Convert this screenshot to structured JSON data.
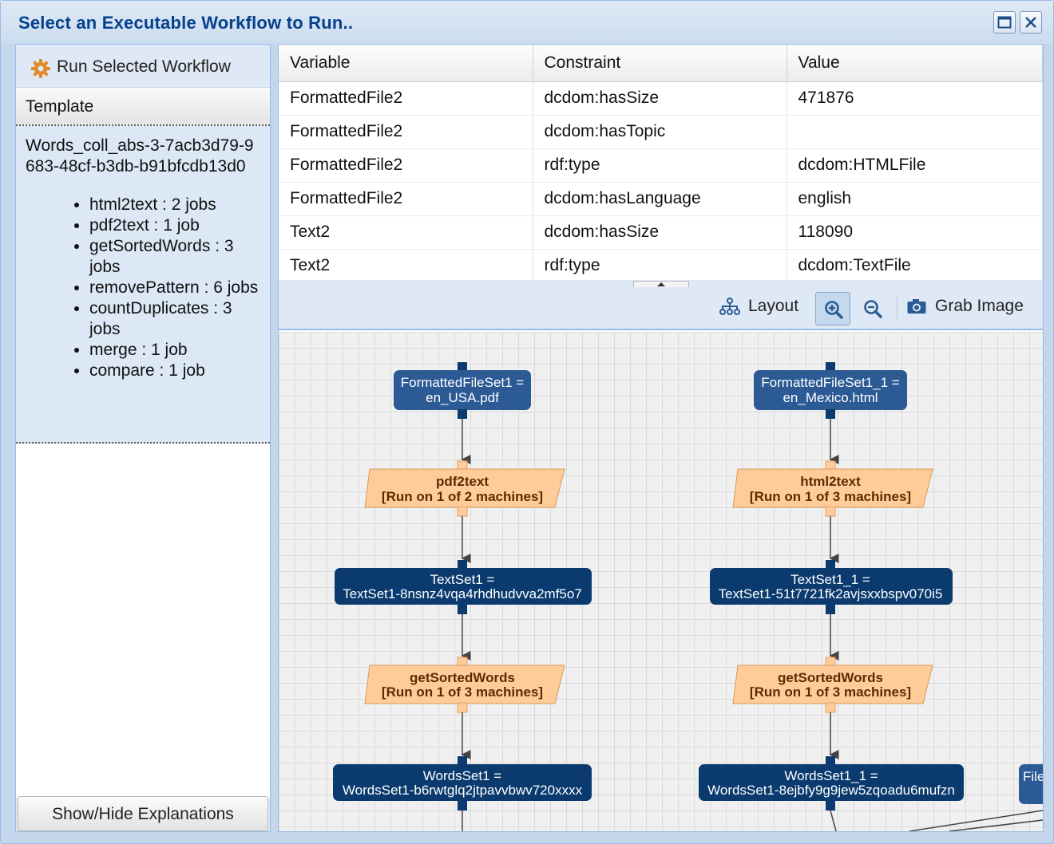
{
  "window": {
    "title": "Select an Executable Workflow to Run.."
  },
  "left": {
    "run_button": "Run Selected Workflow",
    "template_header": "Template",
    "template_name": "Words_coll_abs-3-7acb3d79-9683-48cf-b3db-b91bfcdb13d0",
    "jobs": [
      "html2text : 2 jobs",
      "pdf2text : 1 job",
      "getSortedWords : 3 jobs",
      "removePattern : 6 jobs",
      "countDuplicates : 3 jobs",
      "merge : 1 job",
      "compare : 1 job"
    ],
    "show_hide": "Show/Hide Explanations"
  },
  "table": {
    "headers": [
      "Variable",
      "Constraint",
      "Value"
    ],
    "rows": [
      [
        "FormattedFile2",
        "dcdom:hasSize",
        "471876"
      ],
      [
        "FormattedFile2",
        "dcdom:hasTopic",
        ""
      ],
      [
        "FormattedFile2",
        "rdf:type",
        "dcdom:HTMLFile"
      ],
      [
        "FormattedFile2",
        "dcdom:hasLanguage",
        "english"
      ],
      [
        "Text2",
        "dcdom:hasSize",
        "118090"
      ],
      [
        "Text2",
        "rdf:type",
        "dcdom:TextFile"
      ]
    ]
  },
  "toolbar": {
    "layout": "Layout",
    "grab_image": "Grab Image",
    "icons": [
      "layout-icon",
      "zoom-in-icon",
      "zoom-out-icon",
      "camera-icon"
    ]
  },
  "graph": {
    "colors": {
      "data": "#2b5a94",
      "data_dark": "#0a3a6e",
      "process": "#ffcc99",
      "edge": "#444444"
    },
    "left_chain": {
      "input": [
        "FormattedFileSet1 =",
        "en_USA.pdf"
      ],
      "proc1": [
        "pdf2text",
        "[Run on 1 of 2 machines]"
      ],
      "out1": [
        "TextSet1 =",
        "TextSet1-8nsnz4vqa4rhdhudvva2mf5o7"
      ],
      "proc2": [
        "getSortedWords",
        "[Run on 1 of 3 machines]"
      ],
      "out2": [
        "WordsSet1 =",
        "WordsSet1-b6rwtglq2jtpavvbwv720xxxx"
      ]
    },
    "right_chain": {
      "input": [
        "FormattedFileSet1_1 =",
        "en_Mexico.html"
      ],
      "proc1": [
        "html2text",
        "[Run on 1 of 3 machines]"
      ],
      "out1": [
        "TextSet1_1 =",
        "TextSet1-51t7721fk2avjsxxbspv070i5"
      ],
      "proc2": [
        "getSortedWords",
        "[Run on 1 of 3 machines]"
      ],
      "out2": [
        "WordsSet1_1 =",
        "WordsSet1-8ejbfy9g9jew5zqoadu6mufzn"
      ]
    },
    "partial_node": "File"
  }
}
